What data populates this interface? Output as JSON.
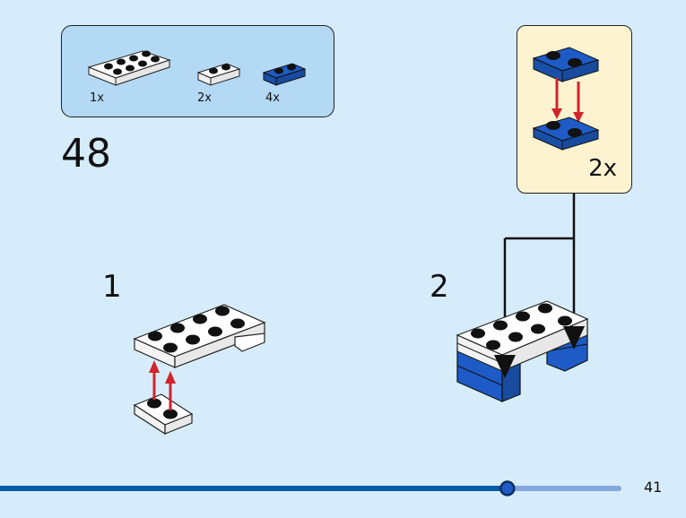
{
  "page": {
    "step_number": "48",
    "page_number": "41",
    "progress_percent": 82
  },
  "parts_list": {
    "items": [
      {
        "name": "plate-2x4-white",
        "qty": "1x",
        "color": "#ffffff"
      },
      {
        "name": "plate-1x2-white",
        "qty": "2x",
        "color": "#ffffff"
      },
      {
        "name": "plate-1x2-blue",
        "qty": "4x",
        "color": "#1e5bc6"
      }
    ]
  },
  "substeps": [
    {
      "label": "1"
    },
    {
      "label": "2"
    }
  ],
  "callout": {
    "qty": "2x"
  },
  "colors": {
    "background": "#d6ecfb",
    "parts_box": "#b4d9f4",
    "callout_box": "#fdf3d0",
    "brick_blue": "#1e5bc6",
    "arrow_red": "#d2232a",
    "progress_done": "#0a5aa8",
    "progress_rest": "#84a8dc"
  }
}
